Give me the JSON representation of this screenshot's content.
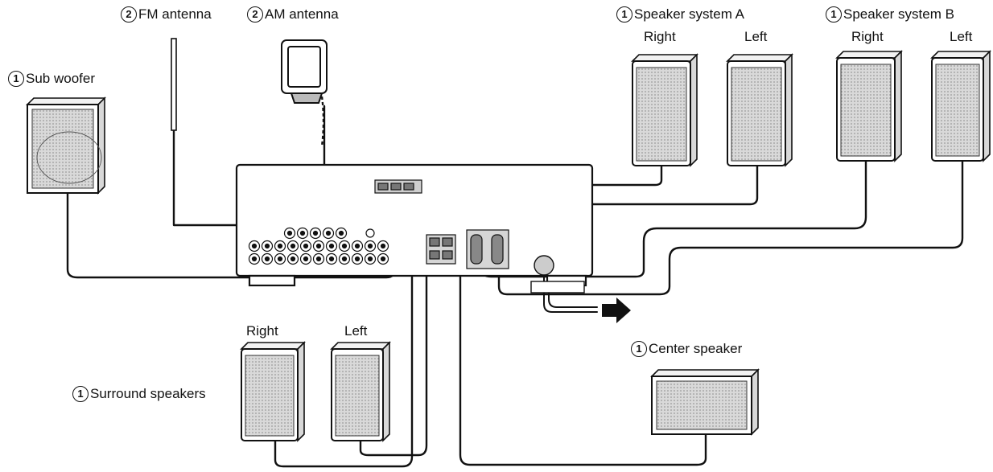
{
  "labels": {
    "fm_antenna": {
      "num": "2",
      "text": "FM antenna"
    },
    "am_antenna": {
      "num": "2",
      "text": "AM antenna"
    },
    "sub_woofer": {
      "num": "1",
      "text": "Sub woofer"
    },
    "speaker_a": {
      "num": "1",
      "text": "Speaker system A",
      "right": "Right",
      "left": "Left"
    },
    "speaker_b": {
      "num": "1",
      "text": "Speaker system B",
      "right": "Right",
      "left": "Left"
    },
    "surround": {
      "num": "1",
      "text": "Surround speakers",
      "right": "Right",
      "left": "Left"
    },
    "center": {
      "num": "1",
      "text": "Center speaker"
    }
  },
  "colors": {
    "line": "#111111",
    "fill": "#e6e6e6",
    "dark": "#8a8a8a"
  }
}
